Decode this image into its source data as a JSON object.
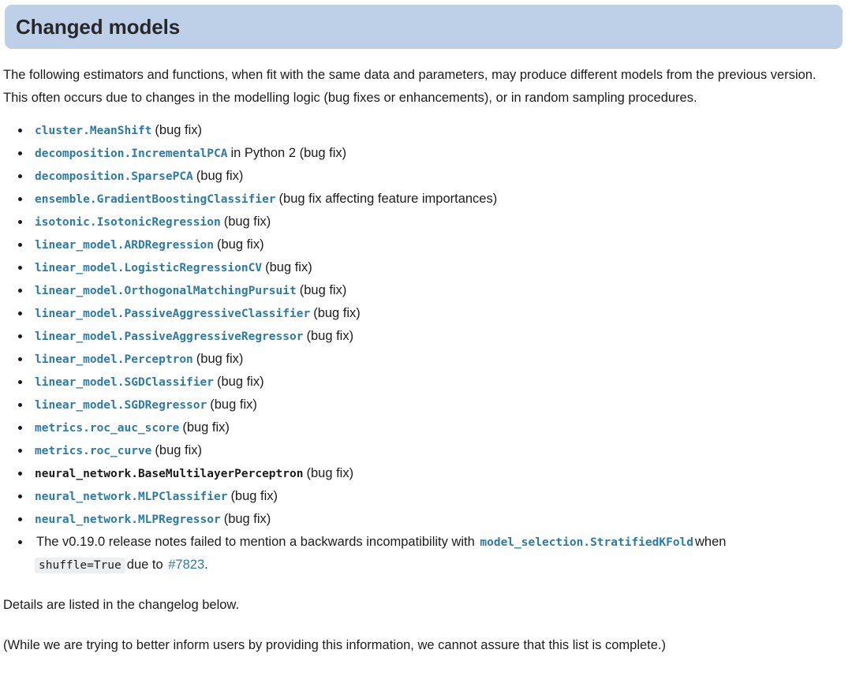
{
  "section": {
    "title": "Changed models",
    "banner_color": "#bed0e7",
    "title_color": "#27282b"
  },
  "intro_paragraph": "The following estimators and functions, when fit with the same data and parameters, may produce different models from the previous version. This often occurs due to changes in the modelling logic (bug fixes or enhancements), or in random sampling procedures.",
  "link_color": "#2b7ba8",
  "list": {
    "items": [
      {
        "code": "cluster.MeanShift",
        "is_link": true,
        "suffix": "(bug fix)"
      },
      {
        "code": "decomposition.IncrementalPCA",
        "is_link": true,
        "suffix": "in Python 2 (bug fix)"
      },
      {
        "code": "decomposition.SparsePCA",
        "is_link": true,
        "suffix": "(bug fix)"
      },
      {
        "code": "ensemble.GradientBoostingClassifier",
        "is_link": true,
        "suffix": "(bug fix affecting feature importances)"
      },
      {
        "code": "isotonic.IsotonicRegression",
        "is_link": true,
        "suffix": "(bug fix)"
      },
      {
        "code": "linear_model.ARDRegression",
        "is_link": true,
        "suffix": "(bug fix)"
      },
      {
        "code": "linear_model.LogisticRegressionCV",
        "is_link": true,
        "suffix": "(bug fix)"
      },
      {
        "code": "linear_model.OrthogonalMatchingPursuit",
        "is_link": true,
        "suffix": "(bug fix)"
      },
      {
        "code": "linear_model.PassiveAggressiveClassifier",
        "is_link": true,
        "suffix": "(bug fix)"
      },
      {
        "code": "linear_model.PassiveAggressiveRegressor",
        "is_link": true,
        "suffix": "(bug fix)"
      },
      {
        "code": "linear_model.Perceptron",
        "is_link": true,
        "suffix": "(bug fix)"
      },
      {
        "code": "linear_model.SGDClassifier",
        "is_link": true,
        "suffix": "(bug fix)"
      },
      {
        "code": "linear_model.SGDRegressor",
        "is_link": true,
        "suffix": "(bug fix)"
      },
      {
        "code": "metrics.roc_auc_score",
        "is_link": true,
        "suffix": "(bug fix)"
      },
      {
        "code": "metrics.roc_curve",
        "is_link": true,
        "suffix": "(bug fix)"
      },
      {
        "code": "neural_network.BaseMultilayerPerceptron",
        "is_link": false,
        "suffix": "(bug fix)"
      },
      {
        "code": "neural_network.MLPClassifier",
        "is_link": true,
        "suffix": "(bug fix)"
      },
      {
        "code": "neural_network.MLPRegressor",
        "is_link": true,
        "suffix": "(bug fix)"
      }
    ],
    "final_item": {
      "text_before": "The v0.19.0 release notes failed to mention a backwards incompatibility with",
      "code_link": "model_selection.StratifiedKFold",
      "text_middle": "when",
      "code_literal": "shuffle=True",
      "text_after": "due to",
      "issue_link": "#7823",
      "text_end": "."
    }
  },
  "closing": {
    "details": "Details are listed in the changelog below.",
    "disclaimer": "(While we are trying to better inform users by providing this information, we cannot assure that this list is complete.)"
  }
}
